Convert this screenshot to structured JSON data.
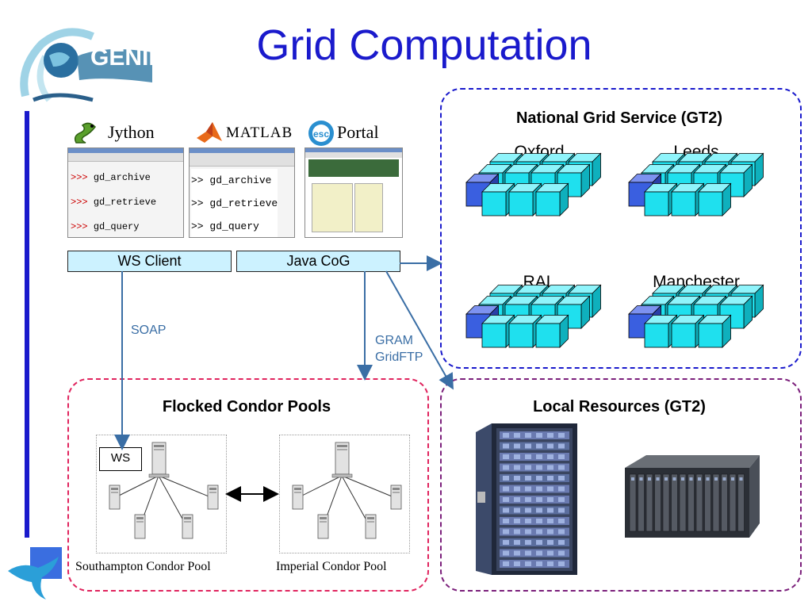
{
  "title": "Grid Computation",
  "logo": {
    "text": "GENIE"
  },
  "clients": [
    {
      "name": "Jython",
      "icon": "python-snake-icon",
      "prompt": ">>>",
      "commands": [
        "gd_archive",
        "gd_retrieve",
        "gd_query"
      ]
    },
    {
      "name": "MATLAB",
      "icon": "matlab-icon",
      "prompt": ">>",
      "commands": [
        "gd_archive",
        "gd_retrieve",
        "gd_query"
      ]
    },
    {
      "name": "Portal",
      "icon": "portal-icon"
    }
  ],
  "boxes": {
    "ws_client": "WS Client",
    "java_cog": "Java CoG"
  },
  "connectors": {
    "soap": "SOAP",
    "gram": "GRAM",
    "gridftp": "GridFTP"
  },
  "national_grid": {
    "title": "National Grid Service (GT2)",
    "sites": [
      "Oxford",
      "Leeds",
      "RAL",
      "Manchester"
    ]
  },
  "condor": {
    "title": "Flocked Condor Pools",
    "ws_label": "WS",
    "pools": [
      "Southampton Condor Pool",
      "Imperial Condor Pool"
    ]
  },
  "local": {
    "title": "Local Resources (GT2)"
  },
  "colors": {
    "title_blue": "#1a1acc",
    "box_fill": "#ccf2ff",
    "ngs_border": "#1a1acc",
    "condor_border": "#e0245e",
    "local_border": "#7b1f7b",
    "arrow": "#3a6ea5",
    "cube_cyan": "#1fe0ee",
    "cube_blue": "#3a5fe0"
  }
}
